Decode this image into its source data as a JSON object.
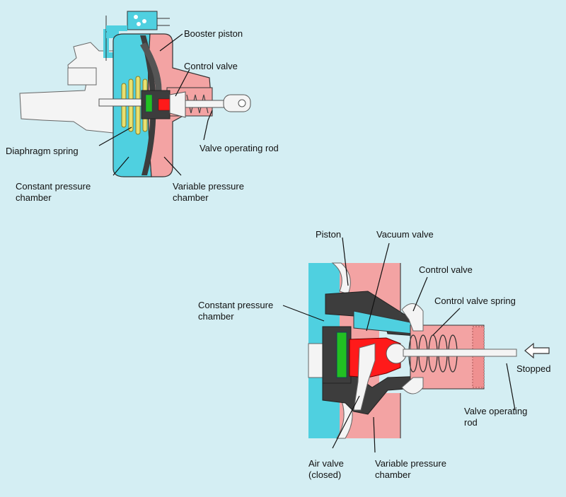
{
  "diagram": {
    "colors": {
      "background": "#d4eef3",
      "constant_pressure": "#4fd0e0",
      "variable_pressure": "#f3a3a3",
      "valve_red": "#ff1a1a",
      "rubber_green": "#22c022",
      "spring_yellow": "#e8e070",
      "metal_dark": "#3d3d3d"
    },
    "top": {
      "booster_piston": "Booster piston",
      "control_valve": "Control valve",
      "valve_operating_rod": "Valve operating rod",
      "diaphragm_spring": "Diaphragm spring",
      "constant_pressure_chamber_l1": "Constant pressure",
      "constant_pressure_chamber_l2": "chamber",
      "variable_pressure_chamber_l1": "Variable pressure",
      "variable_pressure_chamber_l2": "chamber"
    },
    "bottom": {
      "piston": "Piston",
      "vacuum_valve": "Vacuum valve",
      "control_valve": "Control valve",
      "control_valve_spring": "Control valve spring",
      "constant_pressure_chamber_l1": "Constant pressure",
      "constant_pressure_chamber_l2": "chamber",
      "stopped": "Stopped",
      "valve_operating_rod_l1": "Valve operating",
      "valve_operating_rod_l2": "rod",
      "air_valve_l1": "Air valve",
      "air_valve_l2": "(closed)",
      "variable_pressure_chamber_l1": "Variable pressure",
      "variable_pressure_chamber_l2": "chamber"
    }
  }
}
